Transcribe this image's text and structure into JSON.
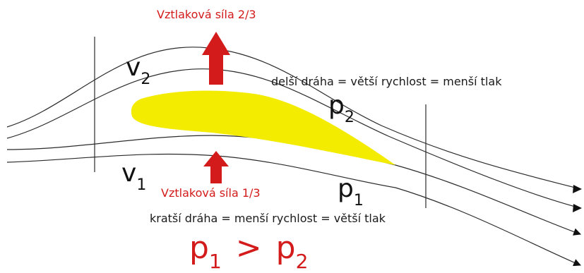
{
  "colors": {
    "force": "#d31b1b",
    "airfoil": "#f4ec00",
    "lines": "#2b2b2b",
    "inequality": "#d31b1b"
  },
  "labels": {
    "force_top": "Vztlaková síla 2/3",
    "force_bottom": "Vztlaková síla 1/3",
    "note_top": "delší dráha = větší rychlost = menší tlak",
    "note_bottom": "kratší dráha = menší rychlost = větší tlak"
  },
  "symbols": {
    "v2": {
      "base": "v",
      "sub": "2"
    },
    "v1": {
      "base": "v",
      "sub": "1"
    },
    "p2": {
      "base": "p",
      "sub": "2"
    },
    "p1": {
      "base": "p",
      "sub": "1"
    }
  },
  "inequality": {
    "left": {
      "base": "p",
      "sub": "1"
    },
    "operator": ">",
    "right": {
      "base": "p",
      "sub": "2"
    }
  }
}
